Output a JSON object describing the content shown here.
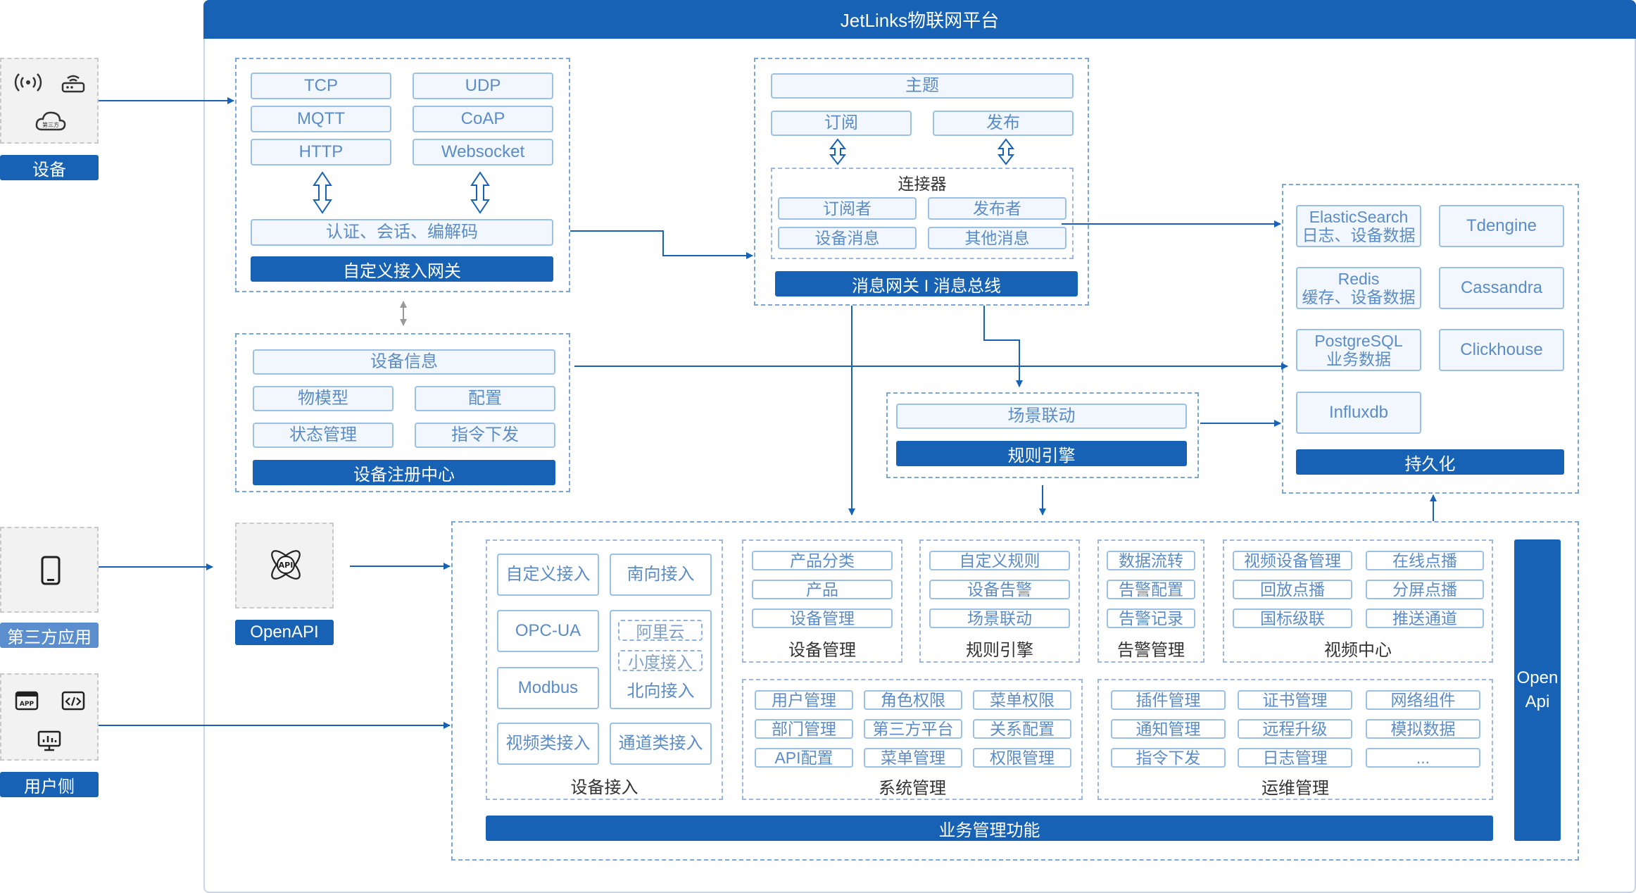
{
  "platform_title": "JetLinks物联网平台",
  "left": {
    "devices_label": "设备",
    "third_party_label": "第三方应用",
    "user_side_label": "用户侧",
    "device_cloud_text": "第三方"
  },
  "gateway": {
    "protocols": [
      "TCP",
      "UDP",
      "MQTT",
      "CoAP",
      "HTTP",
      "Websocket"
    ],
    "auth": "认证、会话、编解码",
    "title": "自定义接入网关"
  },
  "registry": {
    "info": "设备信息",
    "items": [
      "物模型",
      "配置",
      "状态管理",
      "指令下发"
    ],
    "title": "设备注册中心"
  },
  "bus": {
    "topic": "主题",
    "subscribe": "订阅",
    "publish": "发布",
    "connector": "连接器",
    "connector_items": [
      "订阅者",
      "发布者",
      "设备消息",
      "其他消息"
    ],
    "title": "消息网关 I 消息总线"
  },
  "rules_engine": {
    "scene": "场景联动",
    "title": "规则引擎"
  },
  "persistence": {
    "items": [
      {
        "line1": "ElasticSearch",
        "line2": "日志、设备数据"
      },
      {
        "line1": "Tdengine",
        "line2": ""
      },
      {
        "line1": "Redis",
        "line2": "缓存、设备数据"
      },
      {
        "line1": "Cassandra",
        "line2": ""
      },
      {
        "line1": "PostgreSQL",
        "line2": "业务数据"
      },
      {
        "line1": "Clickhouse",
        "line2": ""
      },
      {
        "line1": "Influxdb",
        "line2": ""
      }
    ],
    "title": "持久化"
  },
  "openapi_label": "OpenAPI",
  "api_icon_text": "API",
  "business": {
    "title": "业务管理功能",
    "open_api": "Open Api",
    "device_access": {
      "items": [
        "自定义接入",
        "南向接入",
        "OPC-UA",
        "Modbus",
        "视频类接入",
        "通道类接入"
      ],
      "north": {
        "aliyun": "阿里云",
        "xiaodu": "小度接入",
        "label": "北向接入"
      },
      "title": "设备接入"
    },
    "device_mgmt": {
      "items": [
        "产品分类",
        "产品",
        "设备管理"
      ],
      "title": "设备管理"
    },
    "rules": {
      "items": [
        "自定义规则",
        "设备告警",
        "场景联动"
      ],
      "title": "规则引擎"
    },
    "alarm": {
      "items": [
        "数据流转",
        "告警配置",
        "告警记录"
      ],
      "title": "告警管理"
    },
    "video": {
      "items": [
        "视频设备管理",
        "在线点播",
        "回放点播",
        "分屏点播",
        "国标级联",
        "推送通道"
      ],
      "title": "视频中心"
    },
    "system": {
      "items": [
        "用户管理",
        "角色权限",
        "菜单权限",
        "部门管理",
        "第三方平台",
        "关系配置",
        "API配置",
        "菜单管理",
        "权限管理"
      ],
      "title": "系统管理"
    },
    "ops": {
      "items": [
        "插件管理",
        "证书管理",
        "网络组件",
        "通知管理",
        "远程升级",
        "模拟数据",
        "指令下发",
        "日志管理",
        "..."
      ],
      "title": "运维管理"
    }
  }
}
